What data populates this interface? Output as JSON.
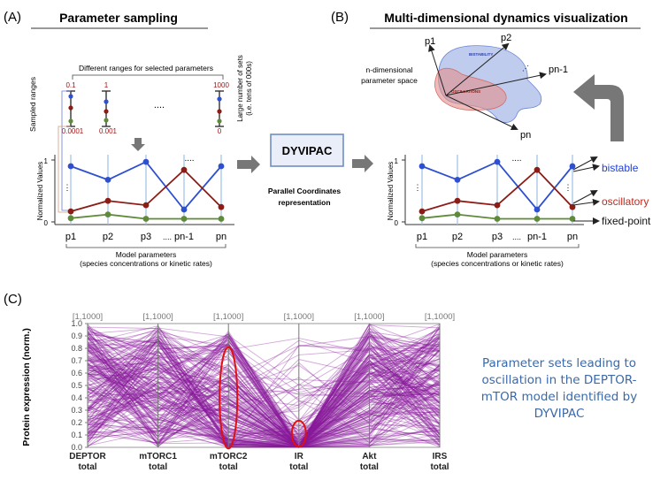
{
  "panel_a": {
    "tag": "(A)",
    "title": "Parameter sampling",
    "ranges_caption": "Different ranges for selected parameters",
    "sampled_ranges_label": "Sampled ranges",
    "large_number_label_1": "Large number of sets",
    "large_number_label_2": "(i.e. tens of 000s)",
    "range_labels": [
      {
        "top": "0.1",
        "bottom": "0.0001"
      },
      {
        "top": "1",
        "bottom": "0.001"
      },
      {
        "top": "1000",
        "bottom": "0"
      }
    ],
    "dots": "....",
    "ylabel": "Normalized Values",
    "tick_1": "1",
    "tick_0": "0",
    "params": [
      "p1",
      "p2",
      "p3",
      "pn-1",
      "pn"
    ],
    "caption_line1": "Model parameters",
    "caption_line2": "(species concentrations or kinetic rates)"
  },
  "center": {
    "box_label": "DYVIPAC",
    "caption_line1": "Parallel Coordinates",
    "caption_line2": "representation"
  },
  "panel_b": {
    "tag": "(B)",
    "title": "Multi-dimensional dynamics visualization",
    "space_label_1": "n-dimensional",
    "space_label_2": "parameter space",
    "region_bistability": "BISTABILITY",
    "region_oscillations": "OSCILLATIONS",
    "axis_labels": [
      "p1",
      "p2",
      "pn-1",
      "pn"
    ],
    "legend": [
      {
        "label": "bistable",
        "color": "#1f3fd6"
      },
      {
        "label": "oscillatory",
        "color": "#c0281e"
      },
      {
        "label": "fixed-point",
        "color": "#111111"
      }
    ],
    "ylabel": "Normalized Values",
    "params": [
      "p1",
      "p2",
      "p3",
      "pn-1",
      "pn"
    ],
    "caption_line1": "Model parameters",
    "caption_line2": "(species concentrations or kinetic rates)"
  },
  "panel_c": {
    "tag": "(C)",
    "ylabel": "Protein expression (norm.)",
    "yticks": [
      "1.0",
      "0.9",
      "0.8",
      "0.7",
      "0.6",
      "0.5",
      "0.4",
      "0.3",
      "0.2",
      "0.1",
      "0.0"
    ],
    "axes": [
      {
        "range": "[1,1000]",
        "name": "DEPTOR",
        "sub": "total"
      },
      {
        "range": "[1,1000]",
        "name": "mTORC1",
        "sub": "total"
      },
      {
        "range": "[1,1000]",
        "name": "mTORC2",
        "sub": "total"
      },
      {
        "range": "[1,1000]",
        "name": "IR",
        "sub": "total"
      },
      {
        "range": "[1,1000]",
        "name": "Akt",
        "sub": "total"
      },
      {
        "range": "[1,1000]",
        "name": "IRS",
        "sub": "total"
      }
    ],
    "line_color": "#8a1a9b",
    "highlight_color": "#e01010"
  },
  "blurb": {
    "line1": "Parameter sets leading to",
    "line2": "oscillation in the DEPTOR-",
    "line3": "mTOR model identified by",
    "line4": "DYVIPAC"
  }
}
